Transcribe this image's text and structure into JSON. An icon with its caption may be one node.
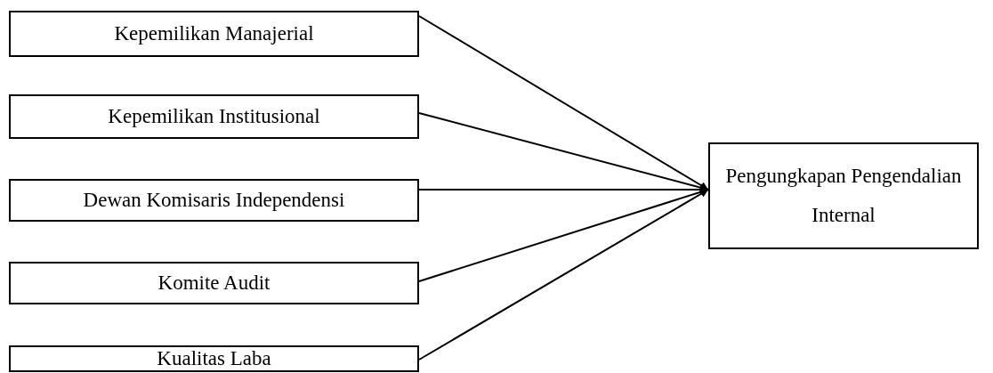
{
  "diagram": {
    "nodes": [
      {
        "text": [
          "Kepemilikan Manajerial"
        ]
      },
      {
        "text": [
          "Kepemilikan Institusional"
        ]
      },
      {
        "text": [
          "Dewan Komisaris Independensi"
        ]
      },
      {
        "text": [
          "Komite Audit"
        ]
      },
      {
        "text": [
          "Kualitas Laba"
        ]
      },
      {
        "text": [
          "Pengungkapan Pengendalian Internal"
        ]
      }
    ],
    "edges": [
      {
        "from": 0,
        "to": 5,
        "arrow": "to"
      },
      {
        "from": 1,
        "to": 5,
        "arrow": "to"
      },
      {
        "from": 2,
        "to": 5,
        "arrow": "to"
      },
      {
        "from": 3,
        "to": 5,
        "arrow": "to"
      },
      {
        "from": 4,
        "to": 5,
        "arrow": "to"
      }
    ]
  }
}
